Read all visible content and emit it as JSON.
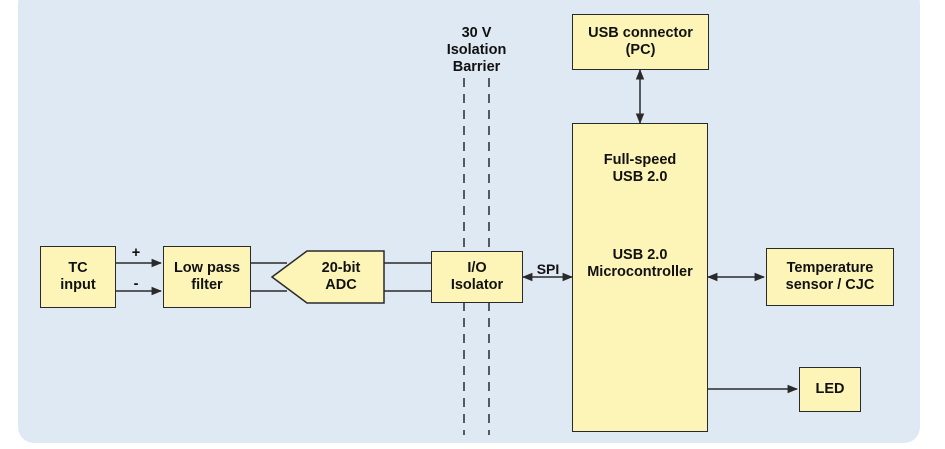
{
  "colors": {
    "panel": "#dfe9f4",
    "box_fill": "#fdf4b8",
    "line": "#2a2a2a"
  },
  "barrier": {
    "line1": "30 V",
    "line2": "Isolation",
    "line3": "Barrier"
  },
  "blocks": {
    "usb_connector": {
      "line1": "USB connector",
      "line2": "(PC)"
    },
    "tc_input": {
      "line1": "TC",
      "line2": "input"
    },
    "low_pass_filter": {
      "line1": "Low pass",
      "line2": "filter"
    },
    "adc": {
      "line1": "20-bit",
      "line2": "ADC"
    },
    "io_isolator": {
      "line1": "I/O",
      "line2": "Isolator"
    },
    "microcontroller": {
      "top_line1": "Full-speed",
      "top_line2": "USB 2.0",
      "mid_line1": "USB 2.0",
      "mid_line2": "Microcontroller"
    },
    "temp_sensor": {
      "line1": "Temperature",
      "line2": "sensor / CJC"
    },
    "led": {
      "label": "LED"
    }
  },
  "signals": {
    "plus": "+",
    "minus": "-",
    "spi": "SPI"
  }
}
